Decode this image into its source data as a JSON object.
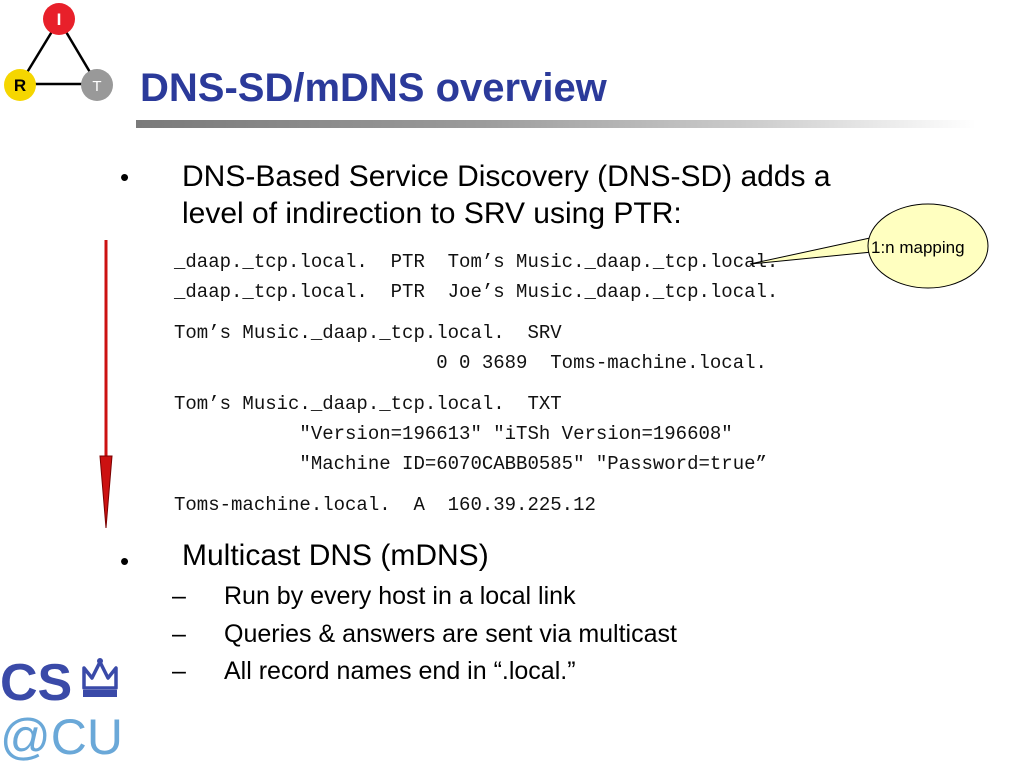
{
  "logo": {
    "irt": {
      "top_letter": "I",
      "left_letter": "R",
      "right_letter": "T"
    },
    "cu": {
      "line1": "CS",
      "line2": "@CU"
    }
  },
  "title": "DNS-SD/mDNS overview",
  "bullet1": {
    "marker": "•",
    "line1": "DNS-Based Service Discovery (DNS-SD) adds a",
    "line2": "level of indirection to SRV using PTR:"
  },
  "records": {
    "ptr1": "_daap._tcp.local.  PTR  Tom’s Music._daap._tcp.local.",
    "ptr2": "_daap._tcp.local.  PTR  Joe’s Music._daap._tcp.local.",
    "srv1": "Tom’s Music._daap._tcp.local.  SRV",
    "srv2": "                       0 0 3689  Toms-machine.local.",
    "txt1": "Tom’s Music._daap._tcp.local.  TXT",
    "txt2": "           \"Version=196613\" \"iTSh Version=196608\"",
    "txt3": "           \"Machine ID=6070CABB0585\" \"Password=true”",
    "a1": "Toms-machine.local.  A  160.39.225.12"
  },
  "callout": "1:n mapping",
  "bullet2": {
    "marker": "•",
    "text": "Multicast DNS (mDNS)",
    "dash": "–",
    "subs": [
      "Run by every host in a local link",
      "Queries & answers are sent via multicast",
      "All record names end in “.local.”"
    ]
  },
  "colors": {
    "title": "#2b3a9a",
    "arrow": "#cc1111",
    "callout_fill": "#ffffc0",
    "logo_red": "#e8202a",
    "logo_yellow": "#f5d600",
    "logo_gray": "#999999",
    "cu_blue": "#3a4aa8",
    "cu_lightblue": "#6aa8d8"
  }
}
